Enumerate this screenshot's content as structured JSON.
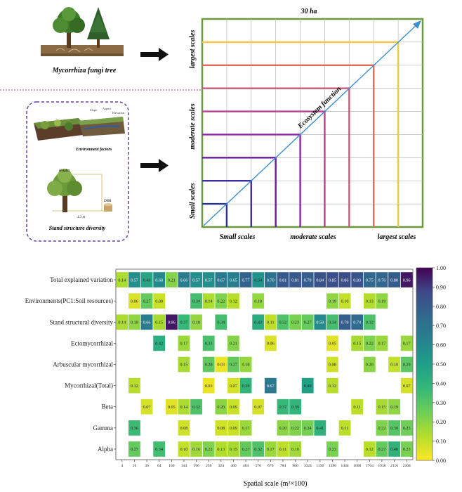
{
  "top": {
    "tree_caption": "Mycorrhiza fungi tree",
    "env_caption": "Environment factors",
    "stand_caption": "Stand structure diversity",
    "heights_label": "Heights",
    "dbh_label": "DBH",
    "breast_height_label": "1.3 m",
    "area_label": "30 ha",
    "diag_label": "Ecosystem function",
    "y_labels": [
      "Small scales",
      "moderate scales",
      "largest scales"
    ],
    "x_labels": [
      "Small scales",
      "moderate scales",
      "largest scales"
    ],
    "step_colors": [
      "#283593",
      "#3b2ea0",
      "#6a1b9a",
      "#8e24aa",
      "#b5408d",
      "#c85a7a",
      "#e06c5a",
      "#f4c542"
    ]
  },
  "heatmap": {
    "xlabel": "Spatial scale (m²×100)",
    "rows": [
      "Total explained variation",
      "Environments(PC1:Soil resources)",
      "Stand structural diversity",
      "Ectomycorrhizal",
      "Arbuscular mycorrhizal",
      "Mycorrhizal(Total)",
      "Beta",
      "Gamma",
      "Alpha"
    ],
    "cols": [
      "4",
      "16",
      "36",
      "64",
      "100",
      "144",
      "196",
      "256",
      "324",
      "400",
      "484",
      "576",
      "676",
      "784",
      "900",
      "1024",
      "1156",
      "1296",
      "1444",
      "1600",
      "1764",
      "1936",
      "2116",
      "2304"
    ],
    "values": [
      [
        0.14,
        0.57,
        0.46,
        0.6,
        0.21,
        0.66,
        0.57,
        0.57,
        0.67,
        0.65,
        0.77,
        0.54,
        0.7,
        0.81,
        0.81,
        0.79,
        0.84,
        0.85,
        0.86,
        0.83,
        0.75,
        0.76,
        0.8,
        0.96
      ],
      [
        null,
        0.06,
        0.27,
        0.09,
        null,
        null,
        0.34,
        0.14,
        0.22,
        0.12,
        null,
        0.18,
        null,
        null,
        null,
        null,
        null,
        0.19,
        0.1,
        null,
        0.13,
        0.19,
        null,
        null
      ],
      [
        0.14,
        0.19,
        0.66,
        0.15,
        0.96,
        0.37,
        0.18,
        null,
        0.34,
        null,
        null,
        0.43,
        0.11,
        0.32,
        0.23,
        0.27,
        0.59,
        0.34,
        0.79,
        0.74,
        0.32,
        null,
        null,
        null
      ],
      [
        null,
        null,
        null,
        0.42,
        null,
        0.17,
        null,
        0.33,
        null,
        0.21,
        null,
        null,
        0.06,
        null,
        null,
        null,
        null,
        0.05,
        null,
        0.15,
        0.22,
        0.17,
        null,
        0.17
      ],
      [
        null,
        null,
        null,
        null,
        null,
        0.15,
        null,
        0.28,
        0.03,
        0.27,
        0.18,
        null,
        null,
        null,
        null,
        null,
        null,
        0.08,
        null,
        null,
        0.2,
        null,
        0.1,
        0.29
      ],
      [
        null,
        0.12,
        null,
        null,
        null,
        null,
        null,
        0.03,
        null,
        0.07,
        0.39,
        null,
        0.67,
        null,
        null,
        0.49,
        null,
        0.12,
        null,
        null,
        null,
        null,
        null,
        0.07
      ],
      [
        null,
        null,
        0.07,
        null,
        0.05,
        0.14,
        0.32,
        null,
        0.2,
        0.09,
        null,
        0.07,
        null,
        0.37,
        0.39,
        null,
        null,
        null,
        null,
        0.11,
        null,
        0.15,
        0.19,
        null
      ],
      [
        null,
        0.36,
        null,
        null,
        null,
        0.08,
        null,
        null,
        0.08,
        0.09,
        0.17,
        null,
        null,
        0.2,
        0.22,
        0.24,
        0.41,
        null,
        0.11,
        null,
        null,
        0.22,
        0.3,
        0.25
      ],
      [
        null,
        0.27,
        null,
        0.34,
        null,
        0.1,
        0.16,
        0.22,
        0.13,
        0.15,
        0.27,
        0.32,
        0.17,
        0.11,
        0.16,
        null,
        null,
        0.23,
        null,
        null,
        0.12,
        0.27,
        0.4,
        0.23
      ]
    ],
    "colorbar": {
      "min": 0,
      "max": 1,
      "ticks": [
        "0.00",
        "0.10",
        "0.20",
        "0.30",
        "0.40",
        "0.50",
        "0.60",
        "0.70",
        "0.80",
        "0.90",
        "1.00"
      ]
    }
  }
}
